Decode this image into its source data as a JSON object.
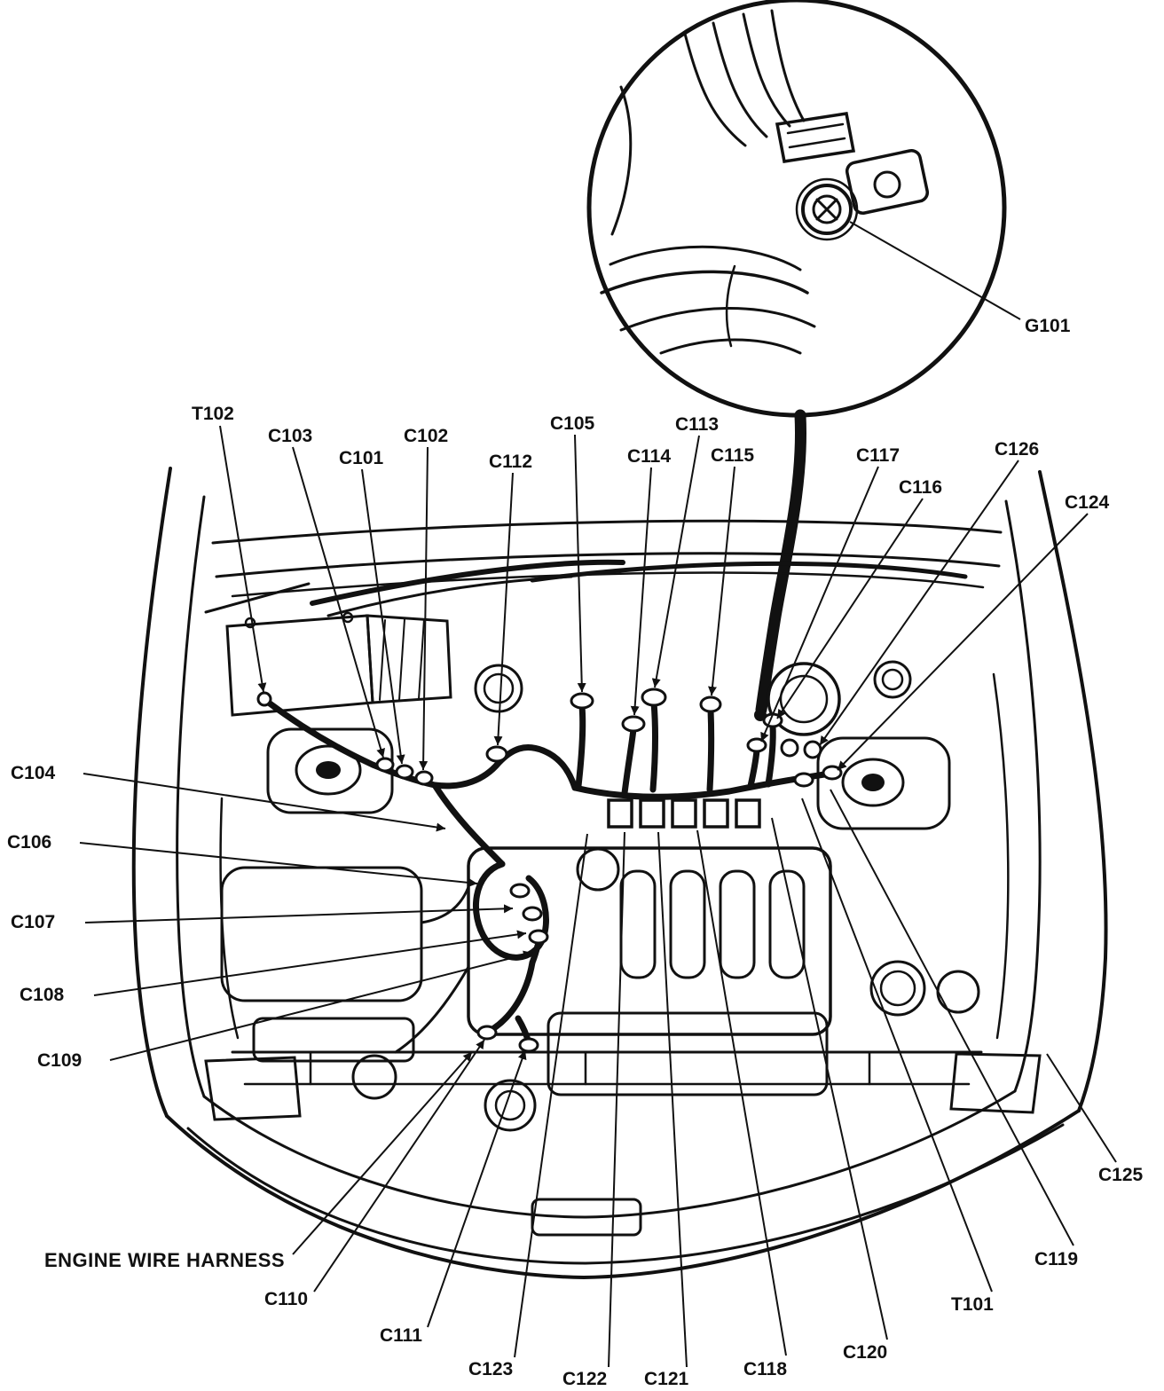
{
  "colors": {
    "ink": "#111111",
    "background": "#ffffff"
  },
  "diagram": {
    "harness_label": "ENGINE WIRE HARNESS",
    "labels": {
      "G101": "G101",
      "T101": "T101",
      "T102": "T102",
      "C101": "C101",
      "C102": "C102",
      "C103": "C103",
      "C104": "C104",
      "C105": "C105",
      "C106": "C106",
      "C107": "C107",
      "C108": "C108",
      "C109": "C109",
      "C110": "C110",
      "C111": "C111",
      "C112": "C112",
      "C113": "C113",
      "C114": "C114",
      "C115": "C115",
      "C116": "C116",
      "C117": "C117",
      "C118": "C118",
      "C119": "C119",
      "C120": "C120",
      "C121": "C121",
      "C122": "C122",
      "C123": "C123",
      "C124": "C124",
      "C125": "C125",
      "C126": "C126"
    }
  }
}
